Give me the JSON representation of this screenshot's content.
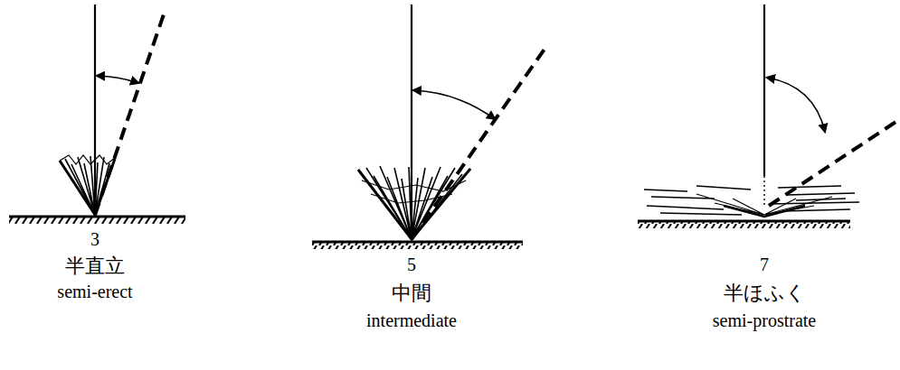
{
  "diagram": {
    "labels": [
      "3",
      "半直立",
      "semi-erect",
      "5",
      "中間",
      "intermediate",
      "7",
      "半ほふく",
      "semi-prostrate"
    ]
  }
}
